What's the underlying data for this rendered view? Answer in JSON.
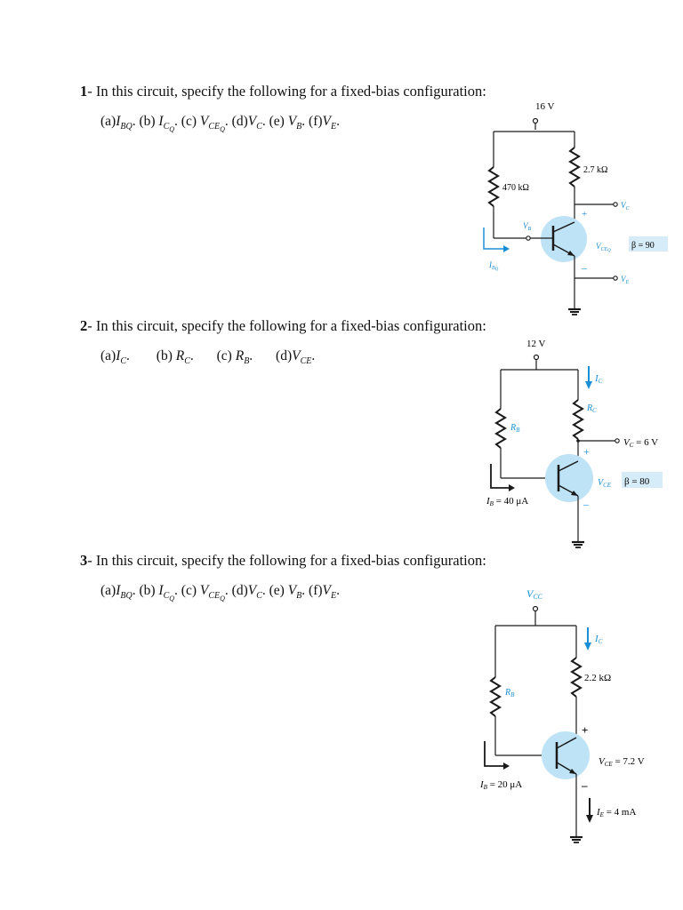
{
  "questions": [
    {
      "number": "1",
      "title": "In this circuit, specify the following for a fixed-bias configuration:",
      "parts": [
        "(a)",
        "I",
        "BQ",
        ". (b) ",
        "I",
        "C",
        "Q",
        ". (c) ",
        "V",
        "CE",
        "Q",
        ". (d)",
        "V",
        "C",
        ". (e) ",
        "V",
        "B",
        ". (f)",
        "V",
        "E",
        "."
      ],
      "circuit": {
        "supply": "16 V",
        "rc": "2.7 kΩ",
        "rb": "470 kΩ",
        "vc": "V",
        "vc_sub": "C",
        "vb": "V",
        "vb_sub": "B",
        "ve": "V",
        "ve_sub": "E",
        "vce": "V",
        "vce_sub": "CE",
        "vce_sub2": "Q",
        "ibq": "I",
        "ibq_sub": "B",
        "ibq_sub2": "Q",
        "beta": "β = 90",
        "plus": "+",
        "minus": "–"
      }
    },
    {
      "number": "2",
      "title": "In this circuit, specify the following for a fixed-bias configuration:",
      "circuit": {
        "supply": "12 V",
        "ic": "I",
        "ic_sub": "C",
        "rc": "R",
        "rc_sub": "C",
        "rb": "R",
        "rb_sub": "B",
        "vc": "V",
        "vc_sub": "C",
        "vc_val": " = 6 V",
        "vce": "V",
        "vce_sub": "CE",
        "beta": "β = 80",
        "ib": "I",
        "ib_sub": "B",
        "ib_val": " = 40 μA",
        "plus": "+",
        "minus": "–"
      }
    },
    {
      "number": "3",
      "title": "In this circuit, specify the following for a fixed-bias configuration:",
      "circuit": {
        "supply": "V",
        "supply_sub": "CC",
        "ic": "I",
        "ic_sub": "C",
        "rc": "2.2 kΩ",
        "rb": "R",
        "rb_sub": "B",
        "vce": "V",
        "vce_sub": "CE",
        "vce_val": " = 7.2 V",
        "ib": "I",
        "ib_sub": "B",
        "ib_val": " = 20 μA",
        "ie": "I",
        "ie_sub": "E",
        "ie_val": " = 4 mA",
        "plus": "+",
        "minus": "–"
      }
    }
  ],
  "q2_parts": {
    "a": "(a)",
    "a_var": "I",
    "a_sub": "C",
    "b": "(b)",
    "b_var": "R",
    "b_sub": "C",
    "c": "(c)",
    "c_var": "R",
    "c_sub": "B",
    "d": "(d)",
    "d_var": "V",
    "d_sub": "CE"
  },
  "colors": {
    "wire": "#1a1a1a",
    "blue": "#1b8fd6",
    "transistor_fill": "#bfe3f6",
    "beta_box": "#d6ecf8"
  }
}
